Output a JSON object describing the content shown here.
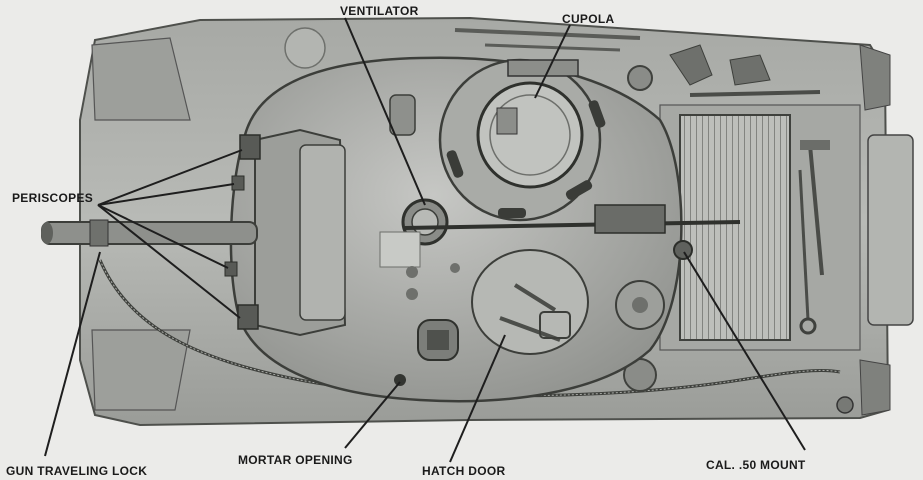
{
  "labels": {
    "ventilator": "VENTILATOR",
    "cupola": "CUPOLA",
    "periscopes": "PERISCOPES",
    "gun_traveling_lock": "GUN TRAVELING LOCK",
    "mortar_opening": "MORTAR OPENING",
    "hatch_door": "HATCH DOOR",
    "cal50_mount": "CAL. .50 MOUNT"
  }
}
